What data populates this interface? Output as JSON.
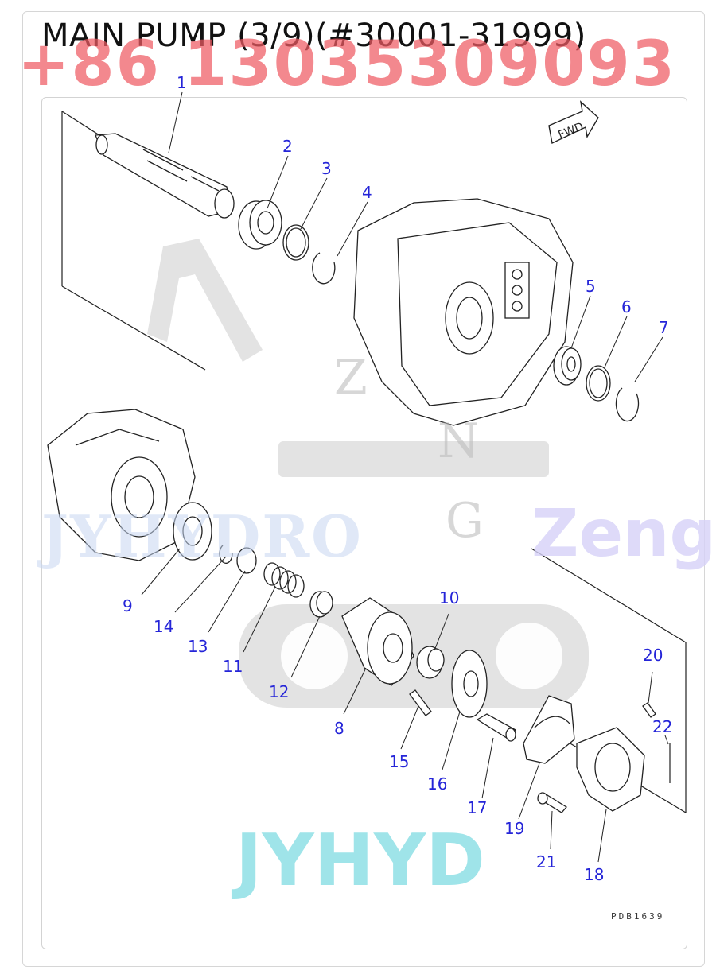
{
  "title": "MAIN PUMP (3/9)(#30001-31999)",
  "watermarks": {
    "phone": "+86 13035309093",
    "brand_left": "JYHYDRO",
    "brand_right": "Zeng",
    "brand_bottom": "JYHYD",
    "brand_vertical_letters": [
      "Z",
      "N",
      "G"
    ]
  },
  "diagram": {
    "fwd_label": "FWD",
    "drawing_code": "PDB1639",
    "callouts": [
      "1",
      "2",
      "3",
      "4",
      "5",
      "6",
      "7",
      "9",
      "14",
      "13",
      "11",
      "12",
      "10",
      "8",
      "15",
      "16",
      "17",
      "19",
      "20",
      "22",
      "21",
      "18"
    ]
  },
  "colors": {
    "callout": "#2525d8",
    "line": "#222222",
    "phone_watermark": "#ef5b63",
    "cyan_watermark": "#7fdce2"
  }
}
